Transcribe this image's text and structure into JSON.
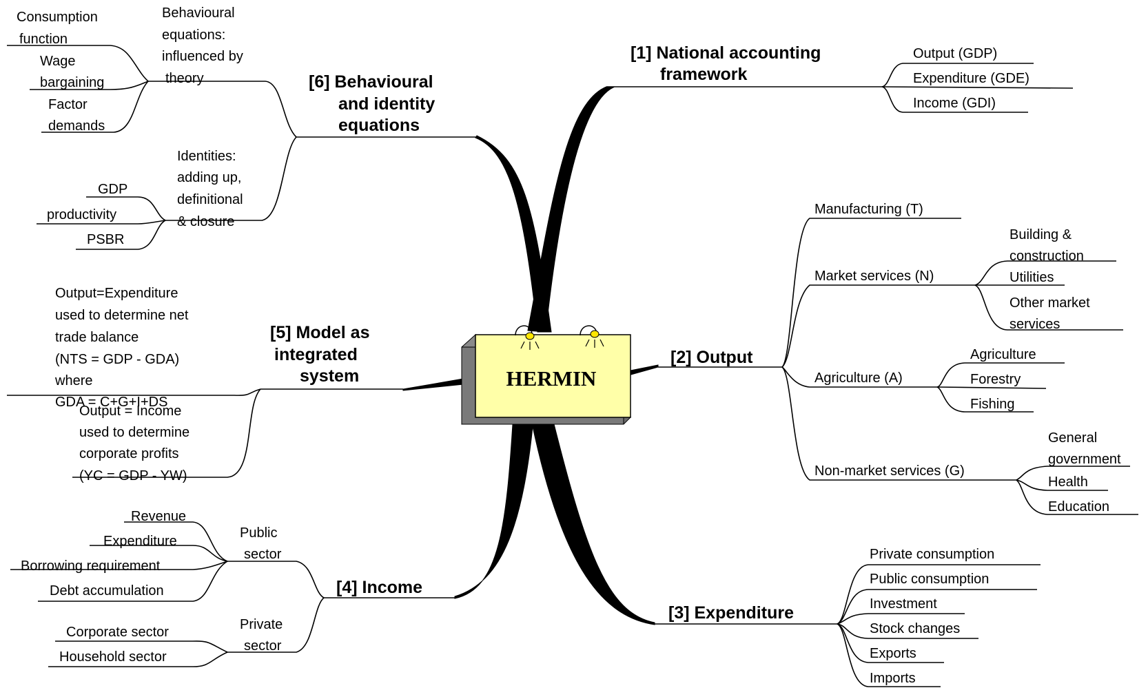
{
  "center": {
    "label": "HERMIN",
    "fill": "#ffffa8",
    "text_color": "#1a1ad6"
  },
  "branches": [
    {
      "id": "b1",
      "title": [
        "[1] National accounting",
        "framework"
      ],
      "children": [
        {
          "label": "Output (GDP)"
        },
        {
          "label": "Expenditure (GDE)"
        },
        {
          "label": "Income (GDI)"
        }
      ]
    },
    {
      "id": "b2",
      "title": [
        "[2] Output"
      ],
      "children": [
        {
          "label": "Manufacturing (T)"
        },
        {
          "label": "Market services (N)",
          "children": [
            {
              "label": [
                "Building &",
                "construction"
              ]
            },
            {
              "label": "Utilities"
            },
            {
              "label": [
                "Other market",
                "services"
              ]
            }
          ]
        },
        {
          "label": "Agriculture (A)",
          "children": [
            {
              "label": "Agriculture"
            },
            {
              "label": "Forestry"
            },
            {
              "label": "Fishing"
            }
          ]
        },
        {
          "label": "Non-market services (G)",
          "children": [
            {
              "label": [
                "General",
                "government"
              ]
            },
            {
              "label": "Health"
            },
            {
              "label": "Education"
            }
          ]
        }
      ]
    },
    {
      "id": "b3",
      "title": [
        "[3] Expenditure"
      ],
      "children": [
        {
          "label": "Private consumption"
        },
        {
          "label": "Public consumption"
        },
        {
          "label": "Investment"
        },
        {
          "label": "Stock changes"
        },
        {
          "label": "Exports"
        },
        {
          "label": "Imports"
        }
      ]
    },
    {
      "id": "b4",
      "title": [
        "[4] Income"
      ],
      "children": [
        {
          "label": [
            "Public",
            "sector"
          ],
          "children": [
            {
              "label": "Revenue"
            },
            {
              "label": "Expenditure"
            },
            {
              "label": "Borrowing requirement"
            },
            {
              "label": "Debt accumulation"
            }
          ]
        },
        {
          "label": [
            "Private",
            "sector"
          ],
          "children": [
            {
              "label": "Corporate sector"
            },
            {
              "label": "Household sector"
            }
          ]
        }
      ]
    },
    {
      "id": "b5",
      "title": [
        "[5] Model as",
        "integrated",
        "system"
      ],
      "children": [
        {
          "label": [
            "Output=Expenditure",
            "used to determine net",
            "trade balance",
            "(NTS = GDP - GDA)",
            "where",
            "GDA = C+G+I+DS"
          ]
        },
        {
          "label": [
            "Output = Income",
            "used to determine",
            "corporate profits",
            "(YC = GDP - YW)"
          ]
        }
      ]
    },
    {
      "id": "b6",
      "title": [
        "[6] Behavioural",
        "and identity",
        "equations"
      ],
      "children": [
        {
          "label": [
            "Behavioural",
            "equations:",
            "influenced by",
            "theory"
          ],
          "children": [
            {
              "label": [
                "Consumption",
                "function"
              ]
            },
            {
              "label": [
                "Wage",
                "bargaining"
              ]
            },
            {
              "label": [
                "Factor",
                "demands"
              ]
            }
          ]
        },
        {
          "label": [
            "Identities:",
            "adding up,",
            "definitional",
            "& closure"
          ],
          "children": [
            {
              "label": "GDP"
            },
            {
              "label": "productivity"
            },
            {
              "label": "PSBR"
            }
          ]
        }
      ]
    }
  ]
}
